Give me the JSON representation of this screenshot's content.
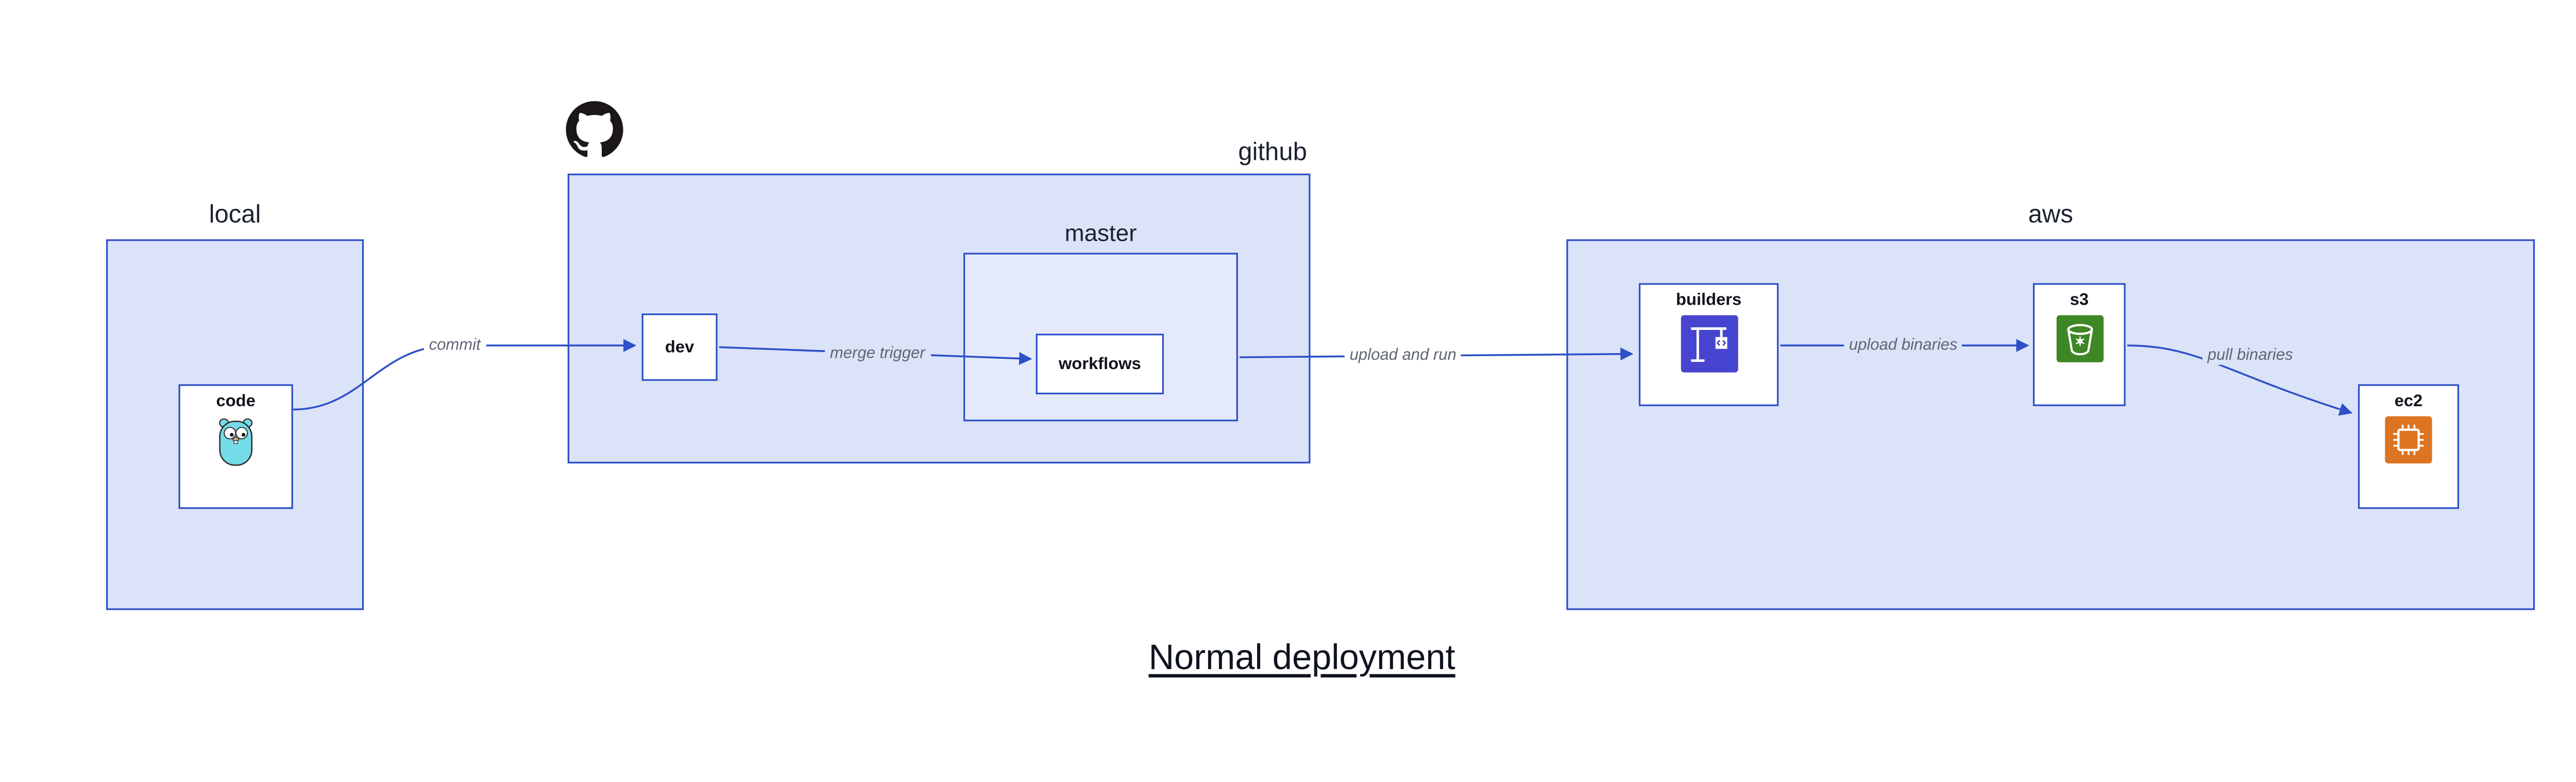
{
  "diagram": {
    "title": "Normal deployment",
    "containers": {
      "local": {
        "label": "local"
      },
      "github": {
        "label": "github"
      },
      "master": {
        "label": "master"
      },
      "aws": {
        "label": "aws"
      }
    },
    "nodes": {
      "code": {
        "label": "code",
        "icon": "gopher-icon"
      },
      "dev": {
        "label": "dev"
      },
      "workflows": {
        "label": "workflows"
      },
      "builders": {
        "label": "builders",
        "icon": "codebuild-crane-icon"
      },
      "s3": {
        "label": "s3",
        "icon": "s3-bucket-icon"
      },
      "ec2": {
        "label": "ec2",
        "icon": "ec2-chip-icon"
      }
    },
    "edges": [
      {
        "from": "code",
        "to": "dev",
        "label": "commit"
      },
      {
        "from": "dev",
        "to": "workflows",
        "label": "merge trigger"
      },
      {
        "from": "master",
        "to": "builders",
        "label": "upload and run"
      },
      {
        "from": "builders",
        "to": "s3",
        "label": "upload binaries"
      },
      {
        "from": "s3",
        "to": "ec2",
        "label": "pull binaries"
      }
    ],
    "logos": {
      "github": "github-octocat-logo"
    },
    "colors": {
      "panel_fill": "#dbe3f8",
      "panel_border": "#2d50c8",
      "arrow": "#2d50c8",
      "codebuild_purple": "#4745d0",
      "s3_green": "#3f8624",
      "ec2_orange": "#dd7421",
      "gopher_teal": "#74dbe8",
      "edge_label_gray": "#5f6672"
    }
  }
}
